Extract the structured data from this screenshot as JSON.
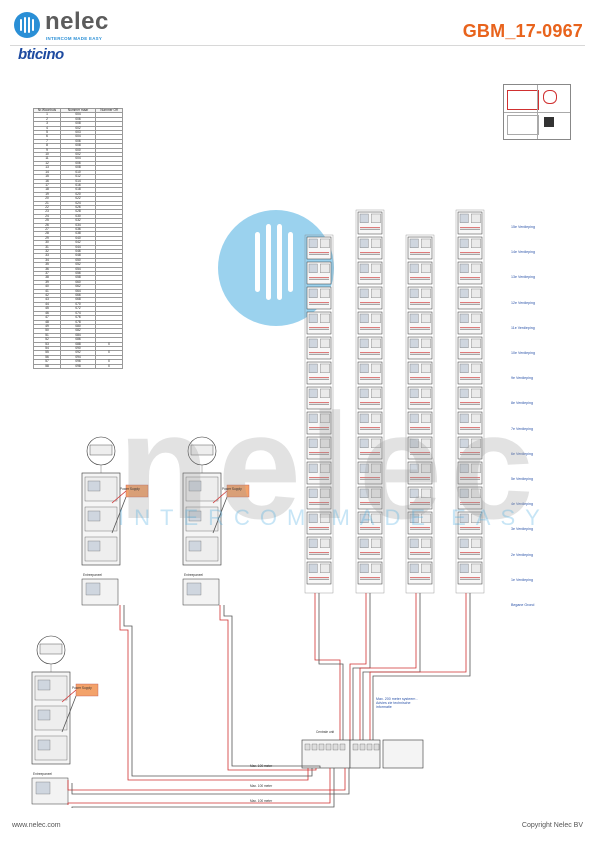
{
  "header": {
    "brand_name": "nelec",
    "tagline": "INTERCOM MADE EASY",
    "partner_brand": "bticino",
    "doc_id": "GBM_17-0967"
  },
  "footer": {
    "website": "www.nelec.com",
    "copyright": "Copyright Nelec BV"
  },
  "watermark": {
    "word": "nelec",
    "tagline": "INTERCOM MADE EASY"
  },
  "floor_table": {
    "headers": [
      "Nr.Woonhuis",
      "Nummer maar",
      "Nummer Off"
    ],
    "rows": [
      [
        "1",
        "004",
        ""
      ],
      [
        "2",
        "006",
        ""
      ],
      [
        "3",
        "008",
        ""
      ],
      [
        "4",
        "002",
        ""
      ],
      [
        "5",
        "003",
        ""
      ],
      [
        "6",
        "004",
        ""
      ],
      [
        "7",
        "006",
        ""
      ],
      [
        "8",
        "008",
        ""
      ],
      [
        "9",
        "000",
        ""
      ],
      [
        "10",
        "002",
        ""
      ],
      [
        "11",
        "004",
        ""
      ],
      [
        "12",
        "006",
        ""
      ],
      [
        "13",
        "008",
        ""
      ],
      [
        "14",
        "010",
        ""
      ],
      [
        "15",
        "012",
        ""
      ],
      [
        "16",
        "014",
        ""
      ],
      [
        "17",
        "016",
        ""
      ],
      [
        "18",
        "018",
        ""
      ],
      [
        "19",
        "020",
        ""
      ],
      [
        "20",
        "022",
        ""
      ],
      [
        "21",
        "024",
        ""
      ],
      [
        "22",
        "026",
        ""
      ],
      [
        "23",
        "028",
        ""
      ],
      [
        "24",
        "030",
        ""
      ],
      [
        "25",
        "032",
        ""
      ],
      [
        "26",
        "034",
        ""
      ],
      [
        "27",
        "036",
        ""
      ],
      [
        "28",
        "038",
        ""
      ],
      [
        "29",
        "040",
        ""
      ],
      [
        "30",
        "042",
        ""
      ],
      [
        "31",
        "044",
        ""
      ],
      [
        "32",
        "046",
        ""
      ],
      [
        "33",
        "048",
        ""
      ],
      [
        "34",
        "050",
        ""
      ],
      [
        "35",
        "052",
        ""
      ],
      [
        "36",
        "054",
        ""
      ],
      [
        "37",
        "056",
        ""
      ],
      [
        "38",
        "058",
        ""
      ],
      [
        "39",
        "060",
        ""
      ],
      [
        "40",
        "062",
        ""
      ],
      [
        "41",
        "064",
        ""
      ],
      [
        "42",
        "066",
        ""
      ],
      [
        "43",
        "068",
        ""
      ],
      [
        "44",
        "070",
        ""
      ],
      [
        "45",
        "072",
        ""
      ],
      [
        "46",
        "074",
        ""
      ],
      [
        "47",
        "076",
        ""
      ],
      [
        "48",
        "078",
        ""
      ],
      [
        "49",
        "080",
        ""
      ],
      [
        "50",
        "082",
        ""
      ],
      [
        "51",
        "084",
        ""
      ],
      [
        "52",
        "086",
        ""
      ],
      [
        "53",
        "088",
        "X"
      ],
      [
        "54",
        "090",
        ""
      ],
      [
        "55",
        "092",
        "X"
      ],
      [
        "56",
        "094",
        ""
      ],
      [
        "57",
        "096",
        "X"
      ],
      [
        "58",
        "098",
        "X"
      ]
    ]
  },
  "floor_labels": [
    "15e Verdieping",
    "14e Verdieping",
    "13e Verdieping",
    "12e Verdieping",
    "11e Verdieping",
    "10e Verdieping",
    "9e Verdieping",
    "8e Verdieping",
    "7e Verdieping",
    "6e Verdieping",
    "5e Verdieping",
    "4e Verdieping",
    "3e Verdieping",
    "2e Verdieping",
    "1e Verdieping",
    "Begane Grond"
  ],
  "annotations": {
    "power_supply_label": "Power Supply",
    "riser_note": "Max. 200 meter systeem - Advies zie technische informatie",
    "central_unit_label": "Centrale unit",
    "distance_label": "Max. 100 meter",
    "entrance_panel_label": "Entreepaneel"
  },
  "colors": {
    "brand_blue": "#2a8fd6",
    "brand_orange": "#e8631c",
    "bticino_blue": "#1d4aa0",
    "wire_red": "#d03030",
    "wire_dark": "#555555"
  },
  "icons": {
    "logo": "nelec-bars-logo-icon",
    "warning_card": "warning-sign-icon"
  }
}
